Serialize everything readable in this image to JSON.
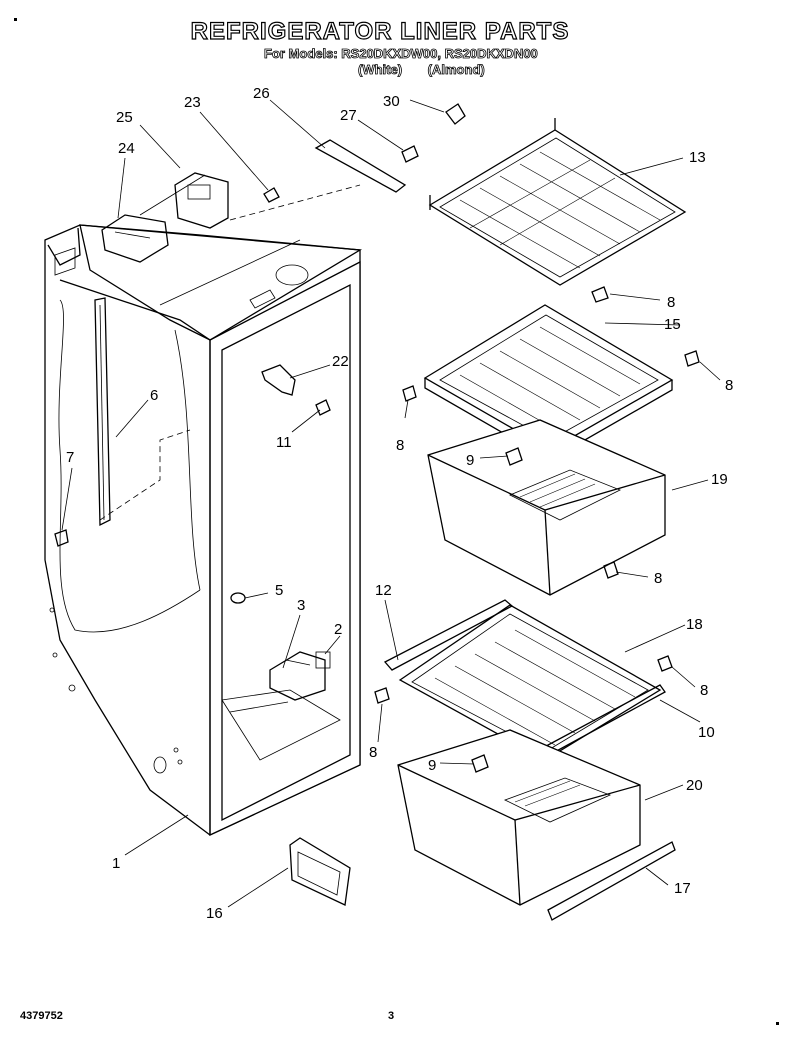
{
  "header": {
    "title": "REFRIGERATOR LINER PARTS",
    "models": "For Models: RS20DKXDW00, RS20DKXDN00",
    "variant_white": "(White)",
    "variant_almond": "(Almond)"
  },
  "footer": {
    "doc_number": "4379752",
    "page_number": "3"
  },
  "callouts": {
    "c1": "1",
    "c2": "2",
    "c3": "3",
    "c5": "5",
    "c6": "6",
    "c7": "7",
    "c8a": "8",
    "c8b": "8",
    "c8c": "8",
    "c8d": "8",
    "c8e": "8",
    "c8f": "8",
    "c9a": "9",
    "c9b": "9",
    "c10": "10",
    "c11": "11",
    "c12": "12",
    "c13": "13",
    "c15": "15",
    "c16": "16",
    "c17": "17",
    "c18": "18",
    "c19": "19",
    "c20": "20",
    "c22": "22",
    "c23": "23",
    "c24": "24",
    "c25": "25",
    "c26": "26",
    "c27": "27",
    "c30": "30"
  }
}
